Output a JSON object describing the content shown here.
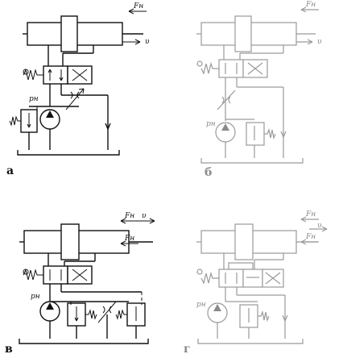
{
  "panels": [
    {
      "id": "a",
      "letter": "а",
      "force": "Fн",
      "velocity": "υ",
      "pressure": "pн"
    },
    {
      "id": "b",
      "letter": "б",
      "force": "Fн",
      "velocity": "υ",
      "pressure": "pн"
    },
    {
      "id": "v",
      "letter": "в",
      "force_top": "Fн",
      "force_bottom": "Fн",
      "velocity": "υ",
      "pressure": "pн"
    },
    {
      "id": "g",
      "letter": "г",
      "force_top": "Fн",
      "force_bottom": "Fн",
      "velocity": "υ",
      "pressure": "pн"
    }
  ]
}
